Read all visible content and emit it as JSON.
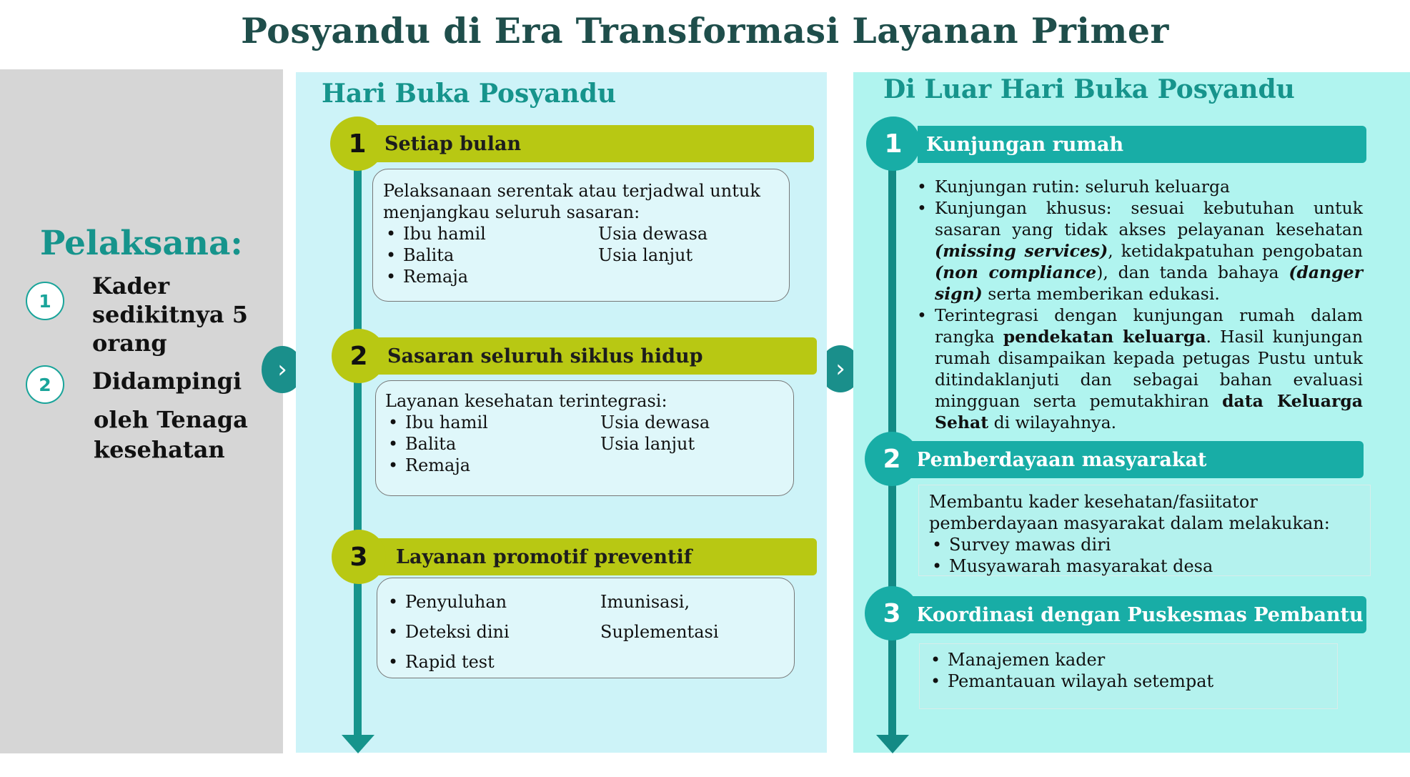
{
  "title": "Posyandu di Era Transformasi Layanan Primer",
  "pelaksana": {
    "heading": "Pelaksana:",
    "items": [
      {
        "num": "1",
        "lines": [
          "Kader",
          "sedikitnya 5",
          "orang"
        ]
      },
      {
        "num": "2",
        "lines": [
          "Didampingi",
          "oleh Tenaga",
          "kesehatan"
        ]
      }
    ]
  },
  "arrow_glyph": "›",
  "hari_buka": {
    "heading": "Hari Buka Posyandu",
    "steps": [
      {
        "num": "1",
        "title": "Setiap bulan",
        "intro": [
          "Pelaksanaan serentak atau terjadwal untuk",
          "menjangkau seluruh sasaran:"
        ],
        "col1": [
          "Ibu hamil",
          "Balita",
          "Remaja"
        ],
        "col2": [
          "Usia dewasa",
          "Usia lanjut"
        ]
      },
      {
        "num": "2",
        "title": "Sasaran seluruh siklus hidup",
        "intro": [
          "Layanan kesehatan terintegrasi:"
        ],
        "col1": [
          "Ibu hamil",
          "Balita",
          "Remaja"
        ],
        "col2": [
          "Usia dewasa",
          "Usia lanjut"
        ]
      },
      {
        "num": "3",
        "title": "Layanan promotif preventif",
        "col1": [
          "Penyuluhan",
          "Deteksi dini",
          "Rapid test"
        ],
        "col2": [
          "Imunisasi,",
          "Suplementasi"
        ]
      }
    ]
  },
  "luar_hari_buka": {
    "heading": "Di Luar Hari Buka Posyandu",
    "steps": [
      {
        "num": "1",
        "title": "Kunjungan rumah",
        "bullets": {
          "b1": "Kunjungan rutin: seluruh keluarga",
          "b2_a": "Kunjungan khusus: sesuai kebutuhan untuk sasaran yang tidak akses pelayanan kesehatan ",
          "b2_b": "(missing services)",
          "b2_c": ", ketidakpatuhan pengobatan ",
          "b2_d": "(non compliance",
          "b2_e": "), dan tanda bahaya ",
          "b2_f": "(danger sign)",
          "b2_g": " serta memberikan edukasi.",
          "b3_a": "Terintegrasi dengan kunjungan rumah dalam rangka ",
          "b3_b": "pendekatan keluarga",
          "b3_c": ". Hasil kunjungan rumah disampaikan kepada petugas Pustu untuk ditindaklanjuti dan sebagai bahan evaluasi mingguan serta pemutakhiran ",
          "b3_d": "data Keluarga Sehat",
          "b3_e": " di wilayahnya."
        }
      },
      {
        "num": "2",
        "title": "Pemberdayaan masyarakat",
        "intro": [
          "Membantu kader kesehatan/fasiitator",
          "pemberdayaan masyarakat dalam melakukan:"
        ],
        "bullets": [
          "Survey mawas diri",
          "Musyawarah masyarakat desa"
        ]
      },
      {
        "num": "3",
        "title": "Koordinasi dengan Puskesmas Pembantu",
        "bullets": [
          "Manajemen kader",
          "Pemantauan wilayah setempat"
        ]
      }
    ]
  },
  "colors": {
    "teal_dark": "#16948c",
    "teal_bar": "#18ada6",
    "olive": "#b8c813",
    "mid_bg": "#cdf3f8",
    "right_bg": "#b0f4ef",
    "left_bg": "#d6d6d6",
    "title": "#1f4e4b"
  }
}
